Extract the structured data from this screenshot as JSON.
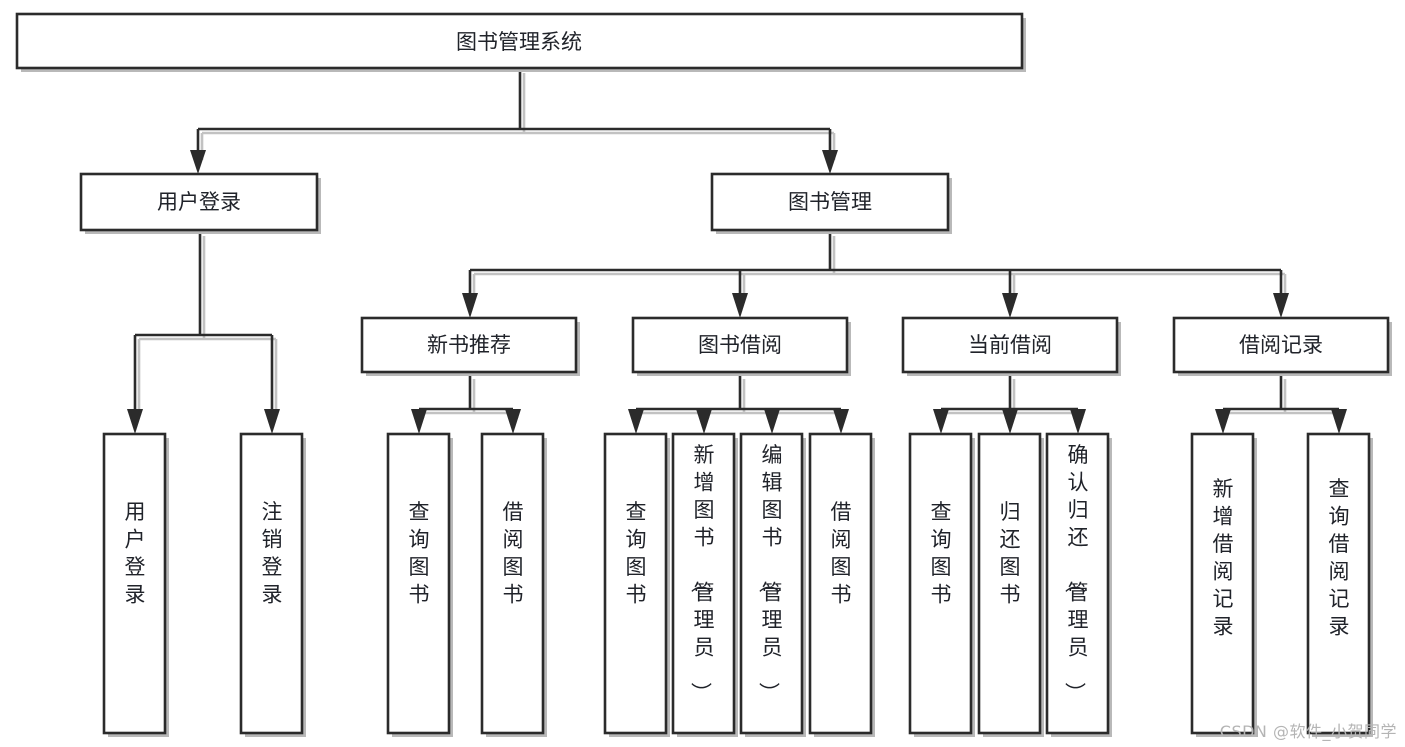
{
  "diagram": {
    "title": "图书管理系统",
    "type": "tree-hierarchy",
    "watermark": "CSDN @软件_小贺同学",
    "colors": {
      "stroke": "#2b2b2b",
      "fill": "#ffffff",
      "text": "#20232a",
      "shadow": "#b9b9b9",
      "watermark": "#b4b4b4"
    }
  },
  "nodes": {
    "root": {
      "label": "图书管理系统"
    },
    "level1": [
      {
        "id": "user-login",
        "label": "用户登录"
      },
      {
        "id": "book-manage",
        "label": "图书管理"
      }
    ],
    "level2": [
      {
        "id": "new-book-recommend",
        "label": "新书推荐"
      },
      {
        "id": "book-borrow",
        "label": "图书借阅"
      },
      {
        "id": "current-borrow",
        "label": "当前借阅"
      },
      {
        "id": "borrow-record",
        "label": "借阅记录"
      }
    ],
    "leaves": {
      "user-login": [
        {
          "id": "leaf-user-login",
          "label": "用户登录"
        },
        {
          "id": "leaf-logout-login",
          "label": "注销登录"
        }
      ],
      "new-book-recommend": [
        {
          "id": "leaf-query-book-1",
          "label": "查询图书"
        },
        {
          "id": "leaf-borrow-book-1",
          "label": "借阅图书"
        }
      ],
      "book-borrow": [
        {
          "id": "leaf-query-book-2",
          "label": "查询图书"
        },
        {
          "id": "leaf-add-book",
          "label": "新增图书（管理员）"
        },
        {
          "id": "leaf-edit-book",
          "label": "编辑图书（管理员）"
        },
        {
          "id": "leaf-borrow-book-2",
          "label": "借阅图书"
        }
      ],
      "current-borrow": [
        {
          "id": "leaf-query-book-3",
          "label": "查询图书"
        },
        {
          "id": "leaf-return-book",
          "label": "归还图书"
        },
        {
          "id": "leaf-confirm-return",
          "label": "确认归还（管理员）"
        }
      ],
      "borrow-record": [
        {
          "id": "leaf-add-record",
          "label": "新增借阅记录"
        },
        {
          "id": "leaf-query-record",
          "label": "查询借阅记录"
        }
      ]
    }
  }
}
